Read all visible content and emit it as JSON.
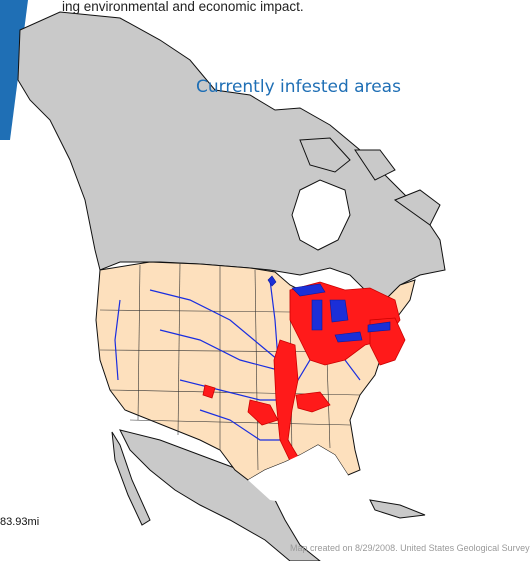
{
  "caption": "ing environmental and economic impact.",
  "map": {
    "title": "Currently infested areas",
    "scale_label": "83.93mi",
    "credit": "Map created on 8/29/2008. United States Geological Survey",
    "colors": {
      "land_other": "#c9c9c9",
      "us_land": "#fde0bd",
      "rivers": "#1a2ee0",
      "lakes": "#1b2fd8",
      "infested": "#ff1a1a",
      "accent": "#1f6fb5"
    },
    "legend": {
      "infested_symbol": "red-fill"
    }
  }
}
